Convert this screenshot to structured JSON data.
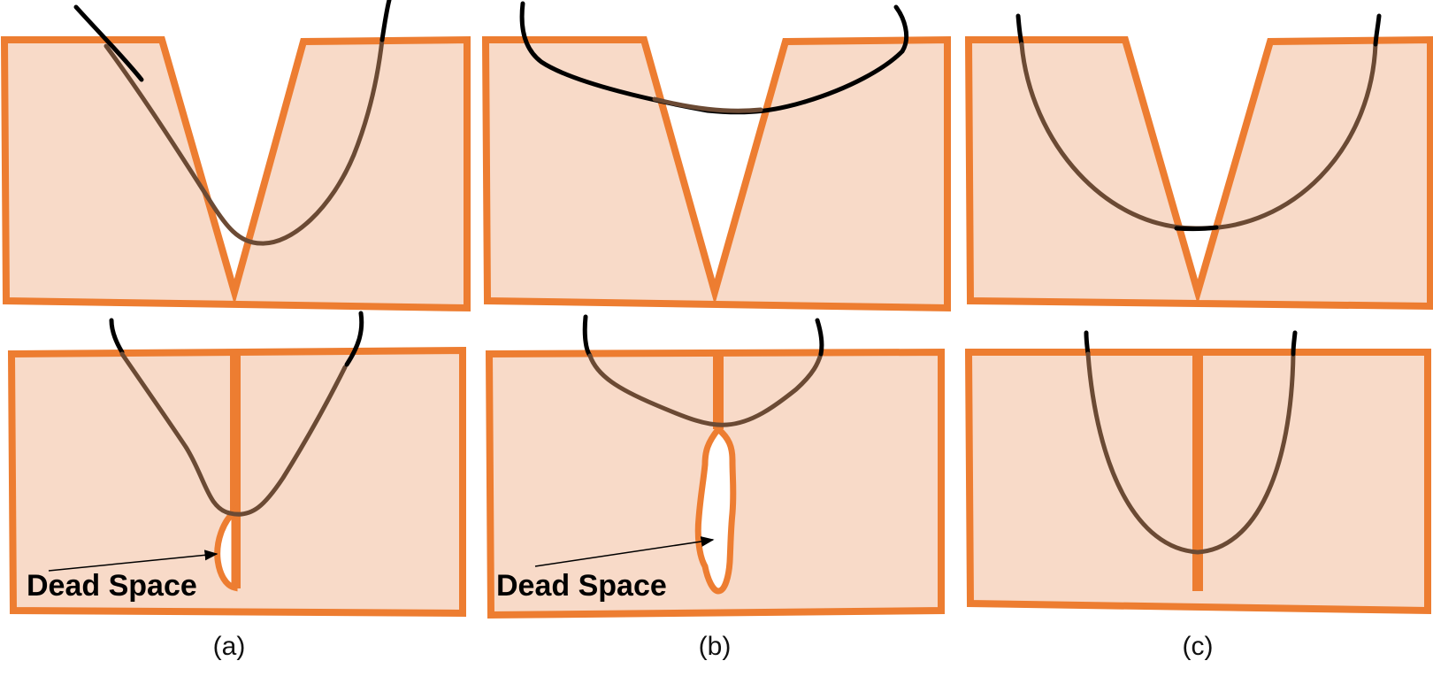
{
  "panels": [
    {
      "id": "a",
      "caption": "(a)",
      "annotation": "Dead Space"
    },
    {
      "id": "b",
      "caption": "(b)",
      "annotation": "Dead Space"
    },
    {
      "id": "c",
      "caption": "(c)"
    }
  ],
  "colors": {
    "tissue_fill": "#f8dac8",
    "tissue_edge": "#ed7d31",
    "suture_exposed": "#000000",
    "suture_embedded": "#6b4a34"
  }
}
